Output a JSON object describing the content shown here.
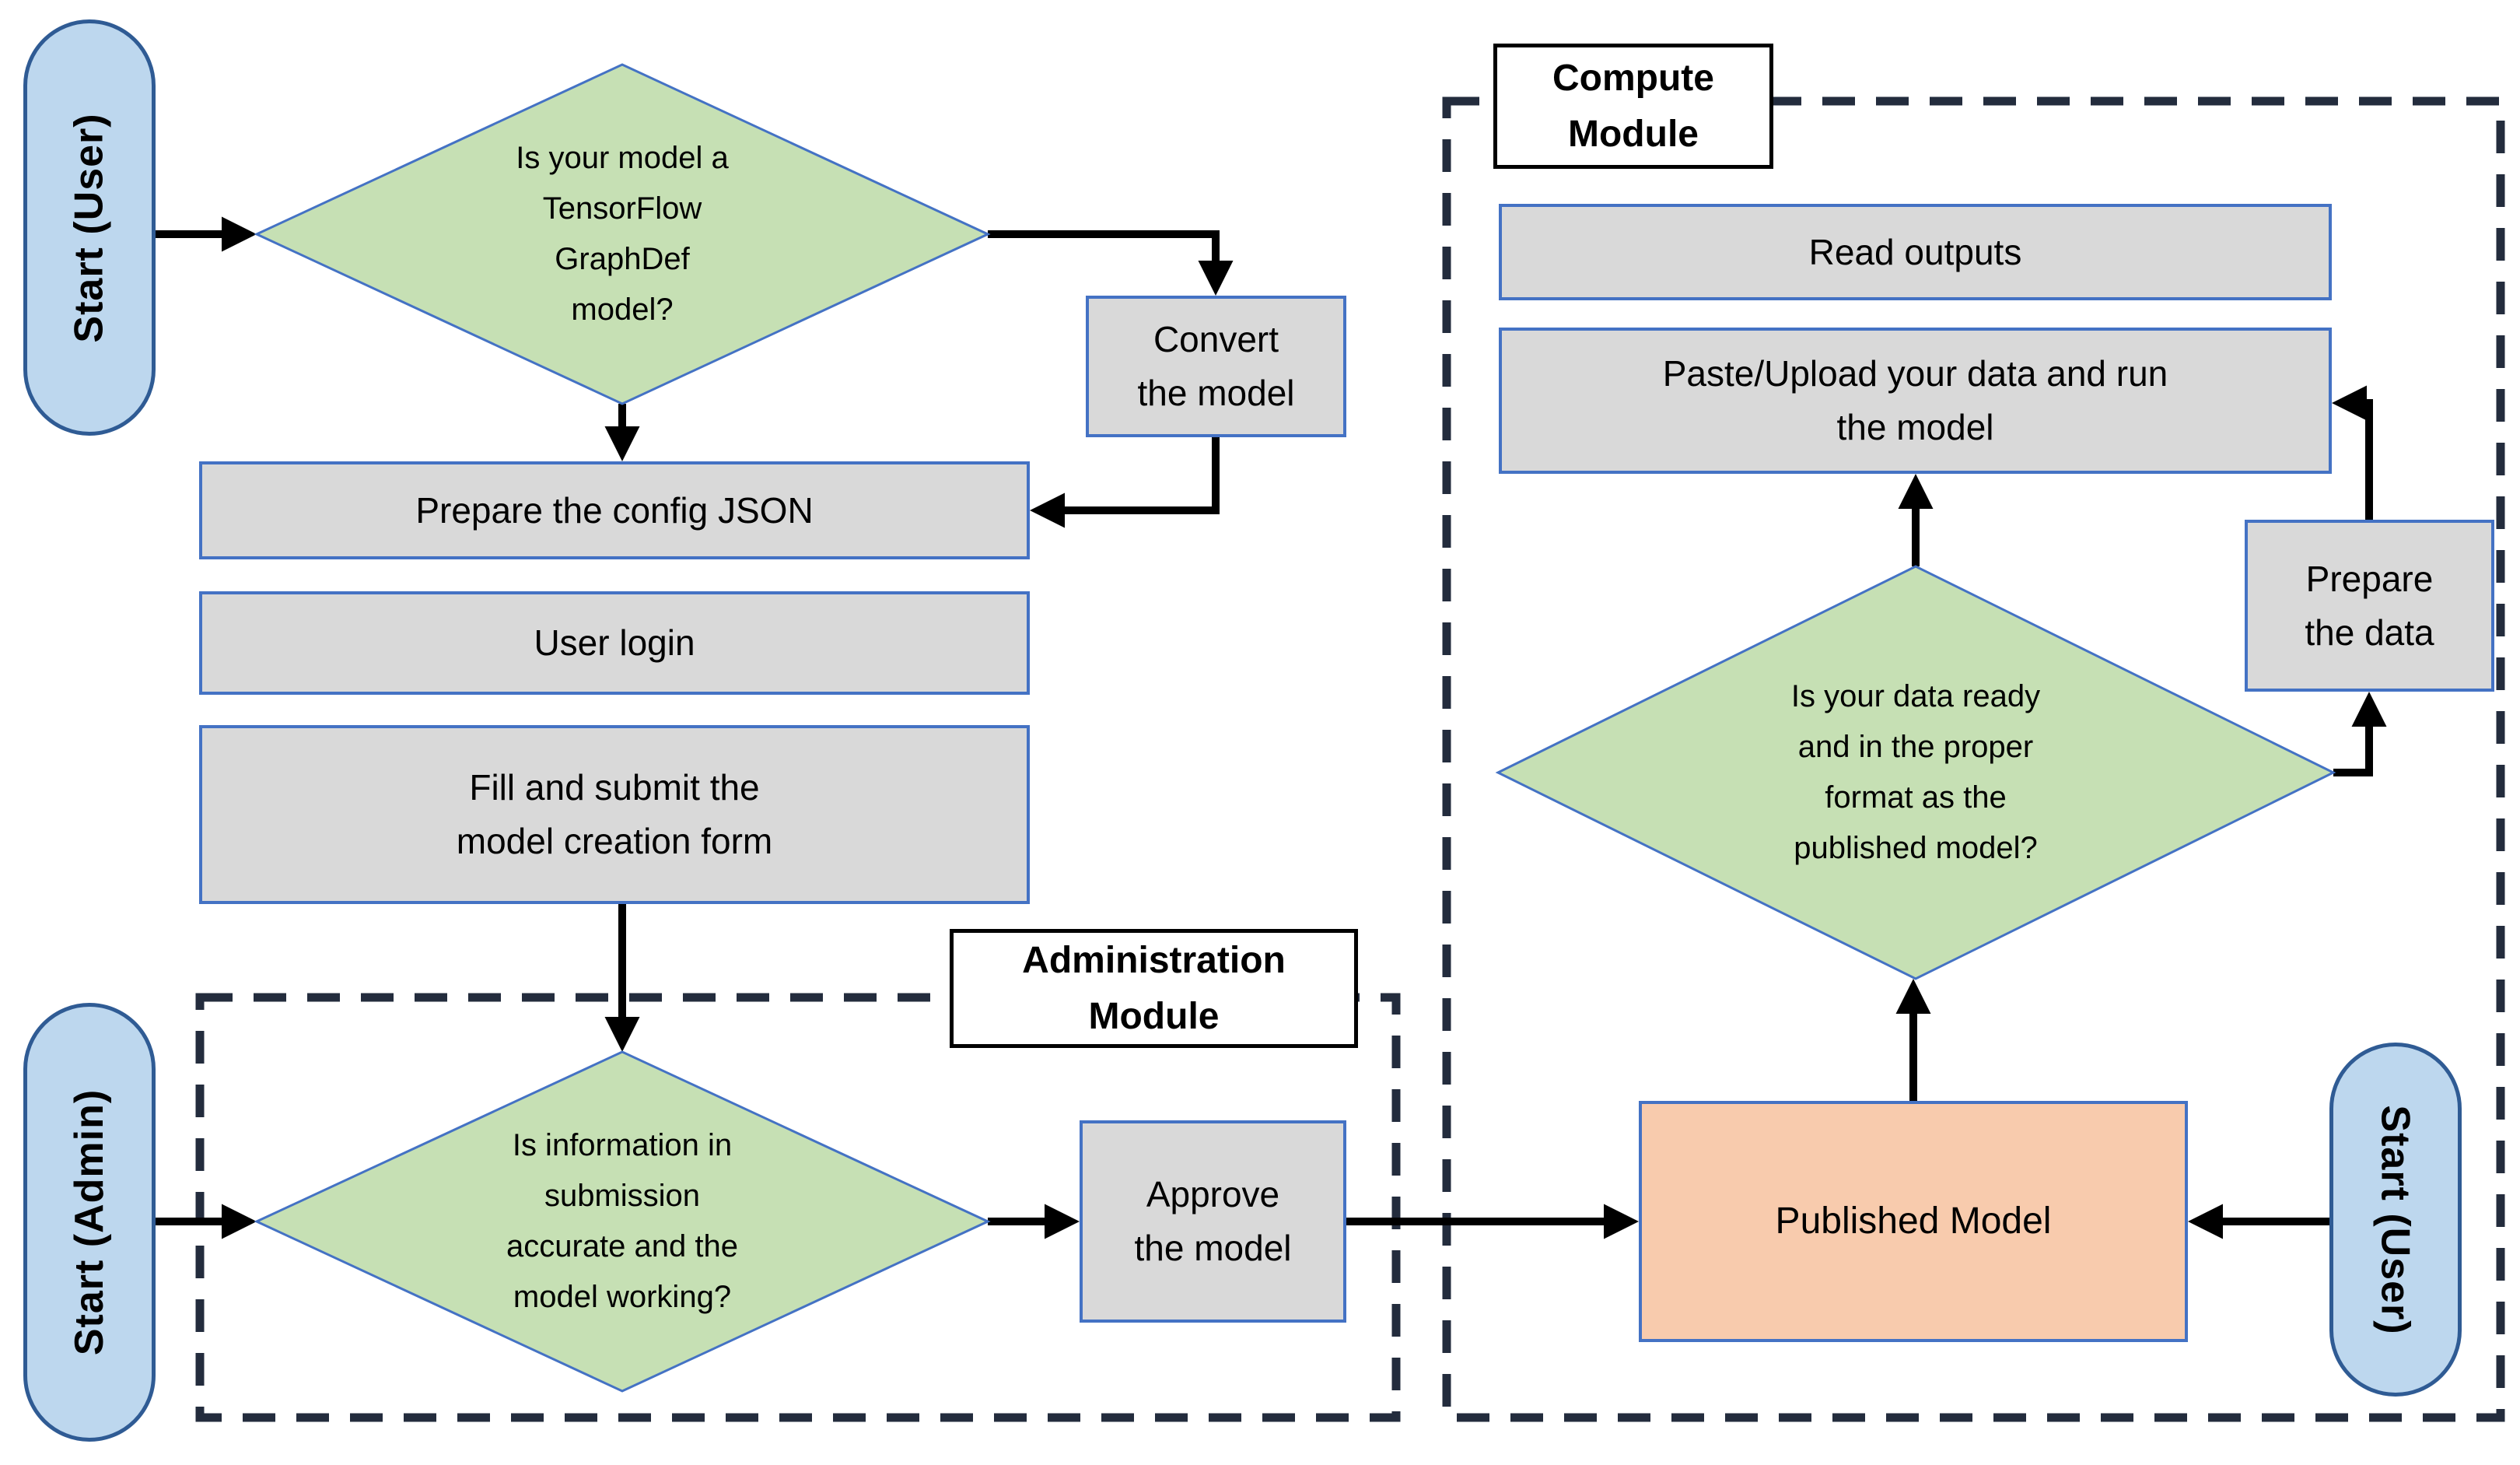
{
  "diagram": {
    "colors": {
      "decision_fill": "#c6e0b4",
      "process_fill": "#d9d9d9",
      "published_fill": "#f8cbad",
      "pill_fill": "#bdd7ee",
      "shape_border": "#4472c4",
      "pill_border": "#2f5b94",
      "module_dash": "#232c3d",
      "arrow": "#000000"
    },
    "pills": {
      "start_user_left": {
        "label": "Start (User)"
      },
      "start_admin": {
        "label": "Start (Admin)"
      },
      "start_user_right": {
        "label": "Start (User)"
      }
    },
    "modules": {
      "administration": {
        "label": "Administration\nModule"
      },
      "compute": {
        "label": "Compute\nModule"
      }
    },
    "decisions": {
      "tensorflow_model": {
        "label": "Is your model a\nTensorFlow\nGraphDef\nmodel?"
      },
      "submission_accurate": {
        "label": "Is information in\nsubmission\naccurate and the\nmodel working?"
      },
      "data_ready": {
        "label": "Is your data ready\nand in the proper\nformat as the\npublished model?"
      }
    },
    "processes": {
      "convert_model": {
        "label": "Convert\nthe model"
      },
      "prepare_config": {
        "label": "Prepare the config JSON"
      },
      "user_login": {
        "label": "User login"
      },
      "fill_form": {
        "label": "Fill and submit the\nmodel creation form"
      },
      "approve_model": {
        "label": "Approve\nthe model"
      },
      "read_outputs": {
        "label": "Read outputs"
      },
      "paste_upload": {
        "label": "Paste/Upload your data and run\nthe model"
      },
      "prepare_data": {
        "label": "Prepare\nthe data"
      },
      "published_model": {
        "label": "Published Model"
      }
    },
    "edges": [
      {
        "from": "start_user_left",
        "to": "tensorflow_model"
      },
      {
        "from": "tensorflow_model",
        "to": "convert_model"
      },
      {
        "from": "convert_model",
        "to": "prepare_config"
      },
      {
        "from": "tensorflow_model",
        "to": "prepare_config"
      },
      {
        "from": "fill_form",
        "to": "submission_accurate"
      },
      {
        "from": "start_admin",
        "to": "submission_accurate"
      },
      {
        "from": "submission_accurate",
        "to": "approve_model"
      },
      {
        "from": "approve_model",
        "to": "published_model"
      },
      {
        "from": "start_user_right",
        "to": "published_model"
      },
      {
        "from": "published_model",
        "to": "data_ready"
      },
      {
        "from": "data_ready",
        "to": "paste_upload"
      },
      {
        "from": "data_ready",
        "to": "prepare_data"
      },
      {
        "from": "prepare_data",
        "to": "paste_upload"
      }
    ]
  }
}
